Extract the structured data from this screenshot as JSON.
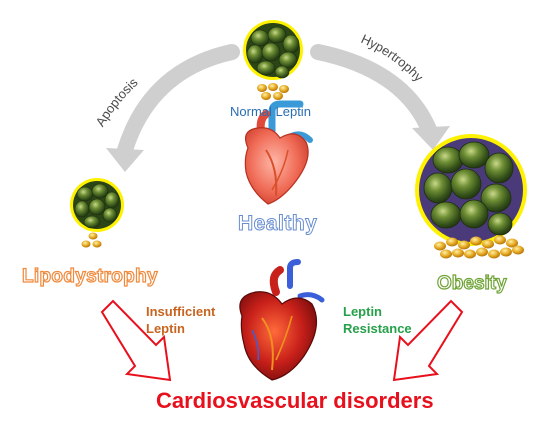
{
  "labels": {
    "normal_leptin": "Normal Leptin",
    "apoptosis": "Apoptosis",
    "hypertrophy": "Hypertrophy",
    "healthy": "Healthy",
    "lipodystrophy": "Lipodystrophy",
    "obesity": "Obesity",
    "insufficient_leptin_line1": "Insufficient",
    "insufficient_leptin_line2": "Leptin",
    "leptin_resistance_line1": "Leptin",
    "leptin_resistance_line2": "Resistance",
    "cardiovascular": "Cardiosvascular disorders"
  },
  "colors": {
    "normal_leptin": "#2a6db0",
    "healthy": "#6a8fd0",
    "lipodystrophy": "#f08a3c",
    "obesity": "#6fa335",
    "insufficient_leptin": "#c8641f",
    "leptin_resistance": "#26a04a",
    "cardiovascular": "#e8101c",
    "curved_arrow": "#cfcfcf",
    "adipocyte_green": "#3e6b1d",
    "leptin_dot": "#d9a21b"
  }
}
